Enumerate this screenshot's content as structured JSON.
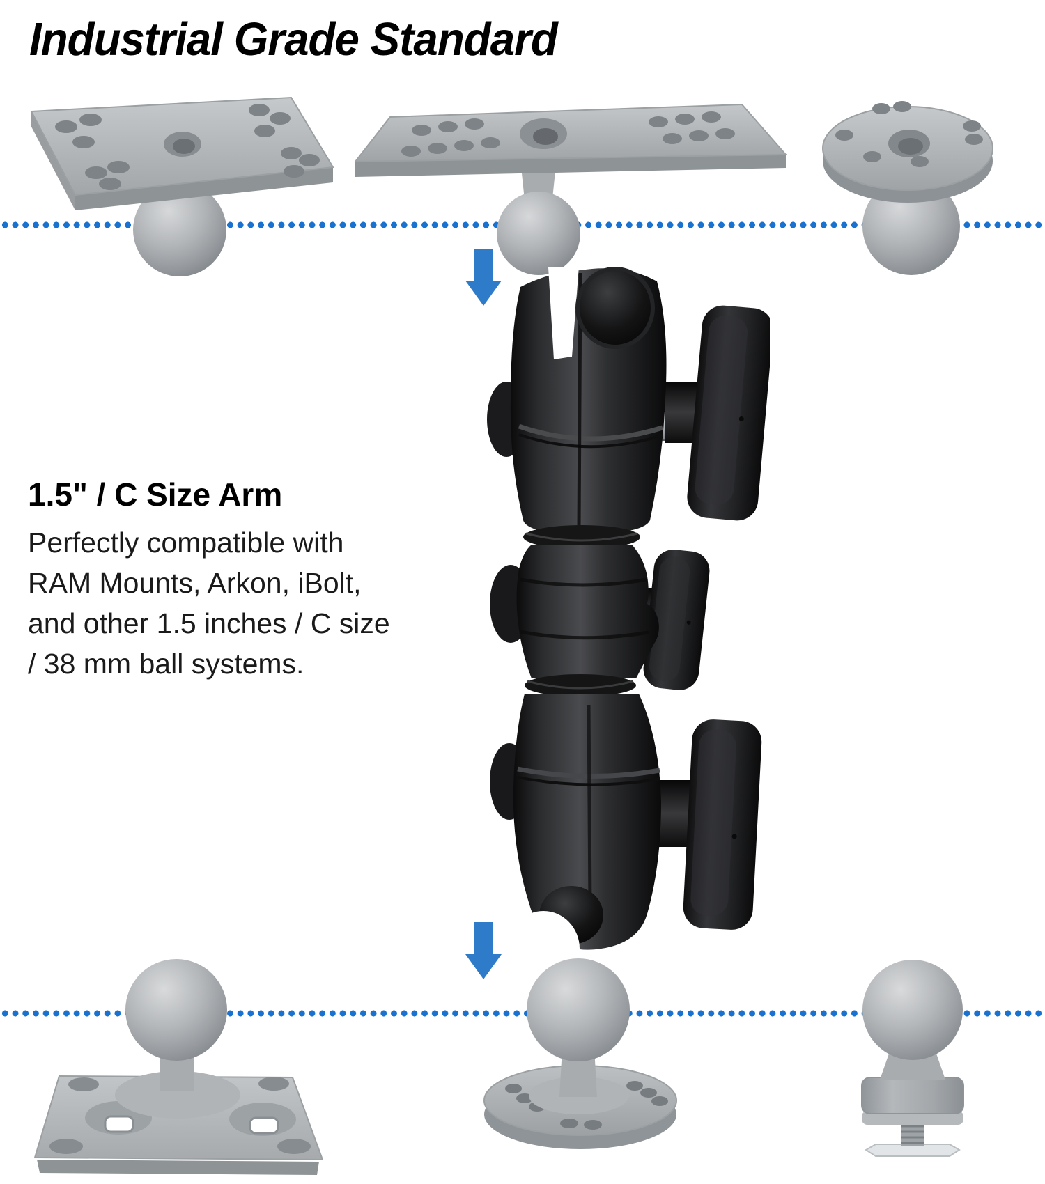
{
  "title": "Industrial Grade Standard",
  "info": {
    "heading": "1.5\" / C Size Arm",
    "lines": [
      "Perfectly compatible with",
      "RAM Mounts, Arkon, iBolt,",
      "and other 1.5 inches / C size",
      "/ 38 mm ball systems."
    ]
  },
  "colors": {
    "background": "#ffffff",
    "title_text": "#000000",
    "body_text": "#1a1a1a",
    "dot_blue": "#1a72d0",
    "arrow_blue": "#2e7cc9",
    "faded_gray": "#aeb2b5",
    "arm_black": "#1c1c1e",
    "chrome": "#e8eaec"
  },
  "figures": {
    "center": "double-socket-ball-arm",
    "top_row": [
      "rectangular-ball-plate",
      "long-rectangular-ball-plate",
      "round-ball-plate"
    ],
    "bottom_row": [
      "square-vesa-ball-base",
      "round-ball-base",
      "ball-adapter-with-t-bolt"
    ]
  }
}
